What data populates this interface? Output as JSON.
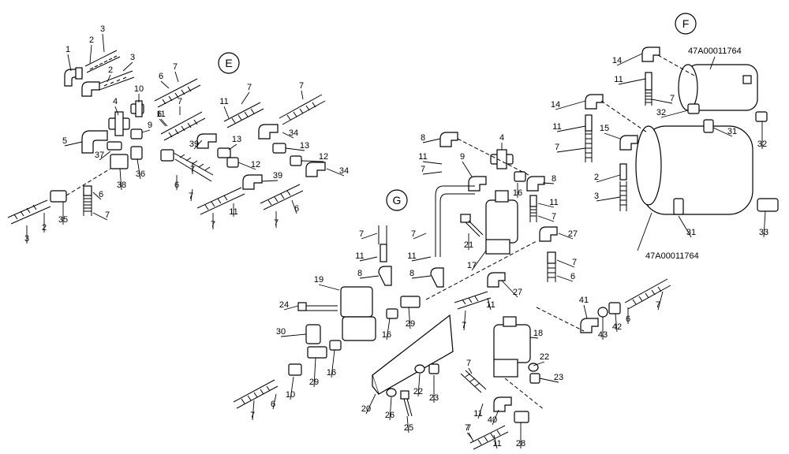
{
  "groups": [
    "E",
    "F",
    "G"
  ],
  "references": {
    "top": "47A00011764",
    "bottom": "47A00011764"
  },
  "labels": [
    "1",
    "2",
    "3",
    "3",
    "2",
    "10",
    "6",
    "7",
    "7",
    "7",
    "6",
    "7",
    "5",
    "37",
    "4",
    "9",
    "38",
    "36",
    "11",
    "11",
    "39",
    "13",
    "34",
    "13",
    "12",
    "39",
    "12",
    "34",
    "6",
    "7",
    "6",
    "7",
    "7",
    "11",
    "7",
    "3",
    "2",
    "35",
    "6",
    "7",
    "8",
    "4",
    "11",
    "7",
    "9",
    "16",
    "8",
    "11",
    "7",
    "21",
    "7",
    "7",
    "11",
    "11",
    "8",
    "8",
    "17",
    "27",
    "6",
    "7",
    "27",
    "19",
    "24",
    "29",
    "30",
    "16",
    "10",
    "29",
    "16",
    "7",
    "6",
    "7",
    "20",
    "26",
    "22",
    "25",
    "23",
    "18",
    "22",
    "23",
    "11",
    "7",
    "7",
    "11",
    "40",
    "11",
    "28",
    "7",
    "14",
    "11",
    "7",
    "32",
    "31",
    "32",
    "14",
    "11",
    "7",
    "15",
    "2",
    "3",
    "31",
    "33",
    "41",
    "43",
    "42",
    "6",
    "7"
  ]
}
